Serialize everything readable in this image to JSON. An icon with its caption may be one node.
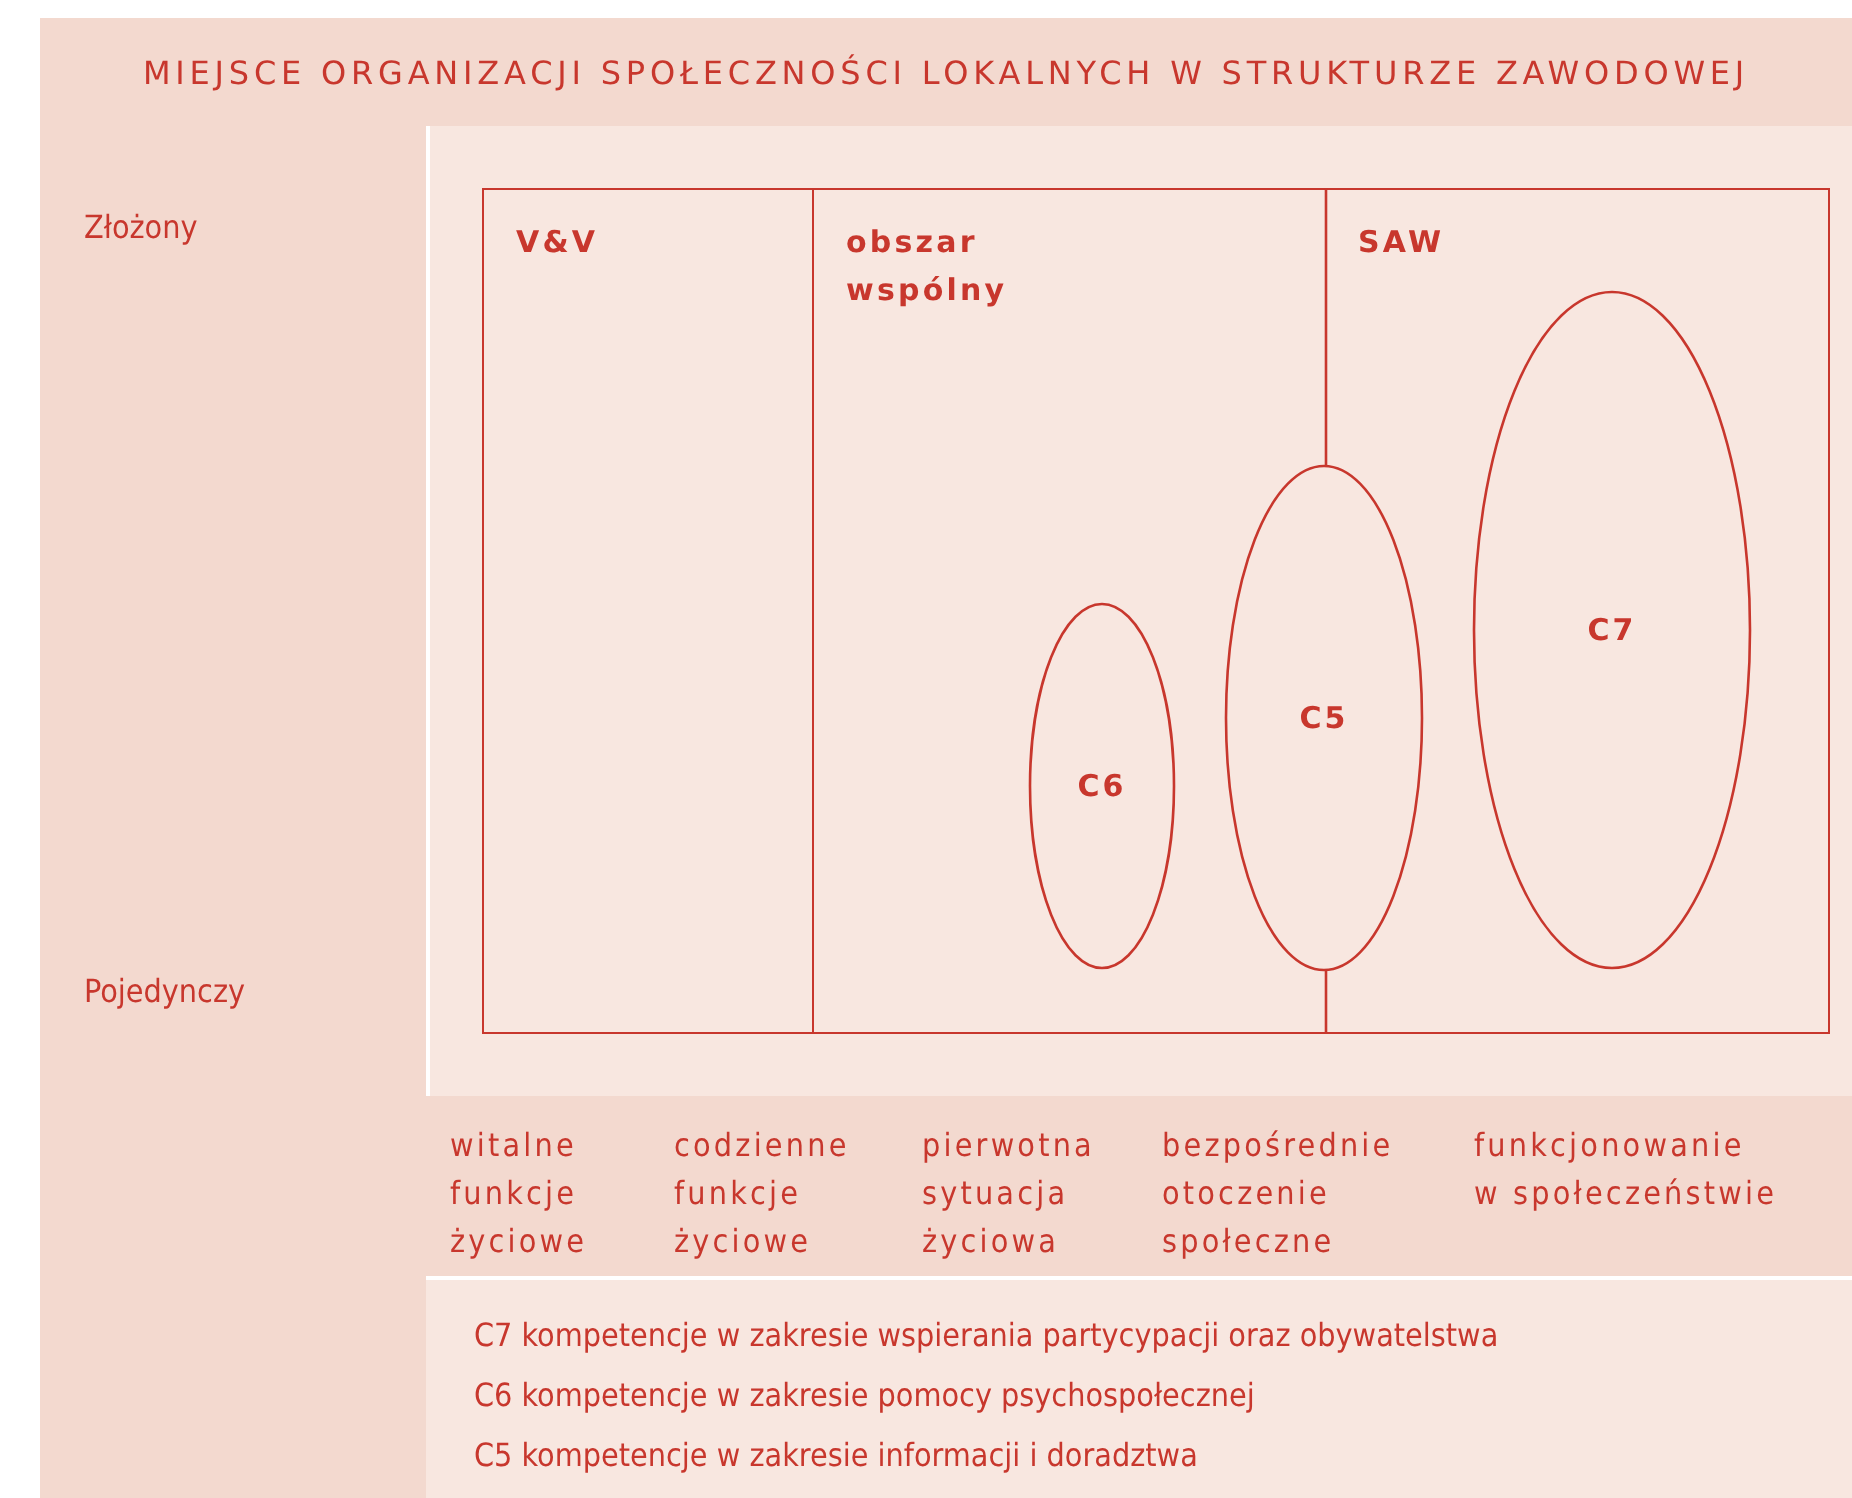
{
  "diagram": {
    "title": "MIEJSCE ORGANIZACJI SPOŁECZNOŚCI LOKALNYCH W STRUKTURZE ZAWODOWEJ",
    "nodes": [
      {
        "text": [
          "V&V"
        ]
      },
      {
        "text": [
          "obszar wspólny"
        ]
      },
      {
        "text": [
          "SAW"
        ]
      },
      {
        "text": [
          "C6"
        ],
        "in": 1
      },
      {
        "text": [
          "C5"
        ]
      },
      {
        "text": [
          "C7"
        ],
        "in": 2
      }
    ],
    "labels": [
      "Złożony",
      "Pojedynczy",
      "witalne funkcje życiowe",
      "codzienne funkcje życiowe",
      "pierwotna sytuacja życiowa",
      "bezpośrednie otoczenie społeczne",
      "funkcjonowanie w społeczeństwie",
      "C7 kompetencje w zakresie wspierania partycypacji oraz obywatelstwa",
      "C6 kompetencje w zakresie pomocy psychospołecznej",
      "C5 kompetencje w zakresie informacji i doradztwa"
    ]
  }
}
